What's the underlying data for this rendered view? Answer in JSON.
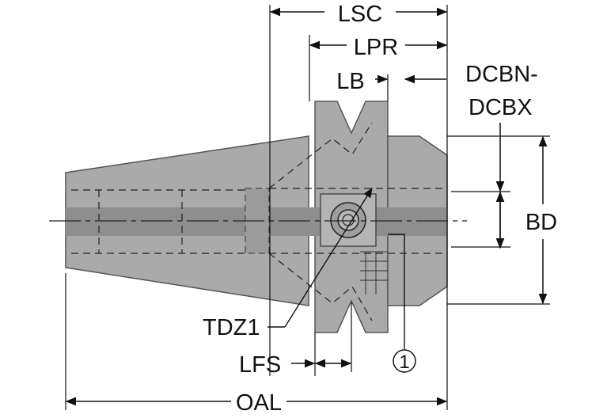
{
  "labels": {
    "lsc": "LSC",
    "lpr": "LPR",
    "lb": "LB",
    "dcbn": "DCBN-",
    "dcbx": "DCBX",
    "bd": "BD",
    "tdz1": "TDZ1",
    "lfs": "LFS",
    "oal": "OAL",
    "callout": "1"
  },
  "colors": {
    "body": "#a9aaa9",
    "body_dark": "#8f908f",
    "shadow_band": "#8d8e8d",
    "line": "#111111"
  }
}
